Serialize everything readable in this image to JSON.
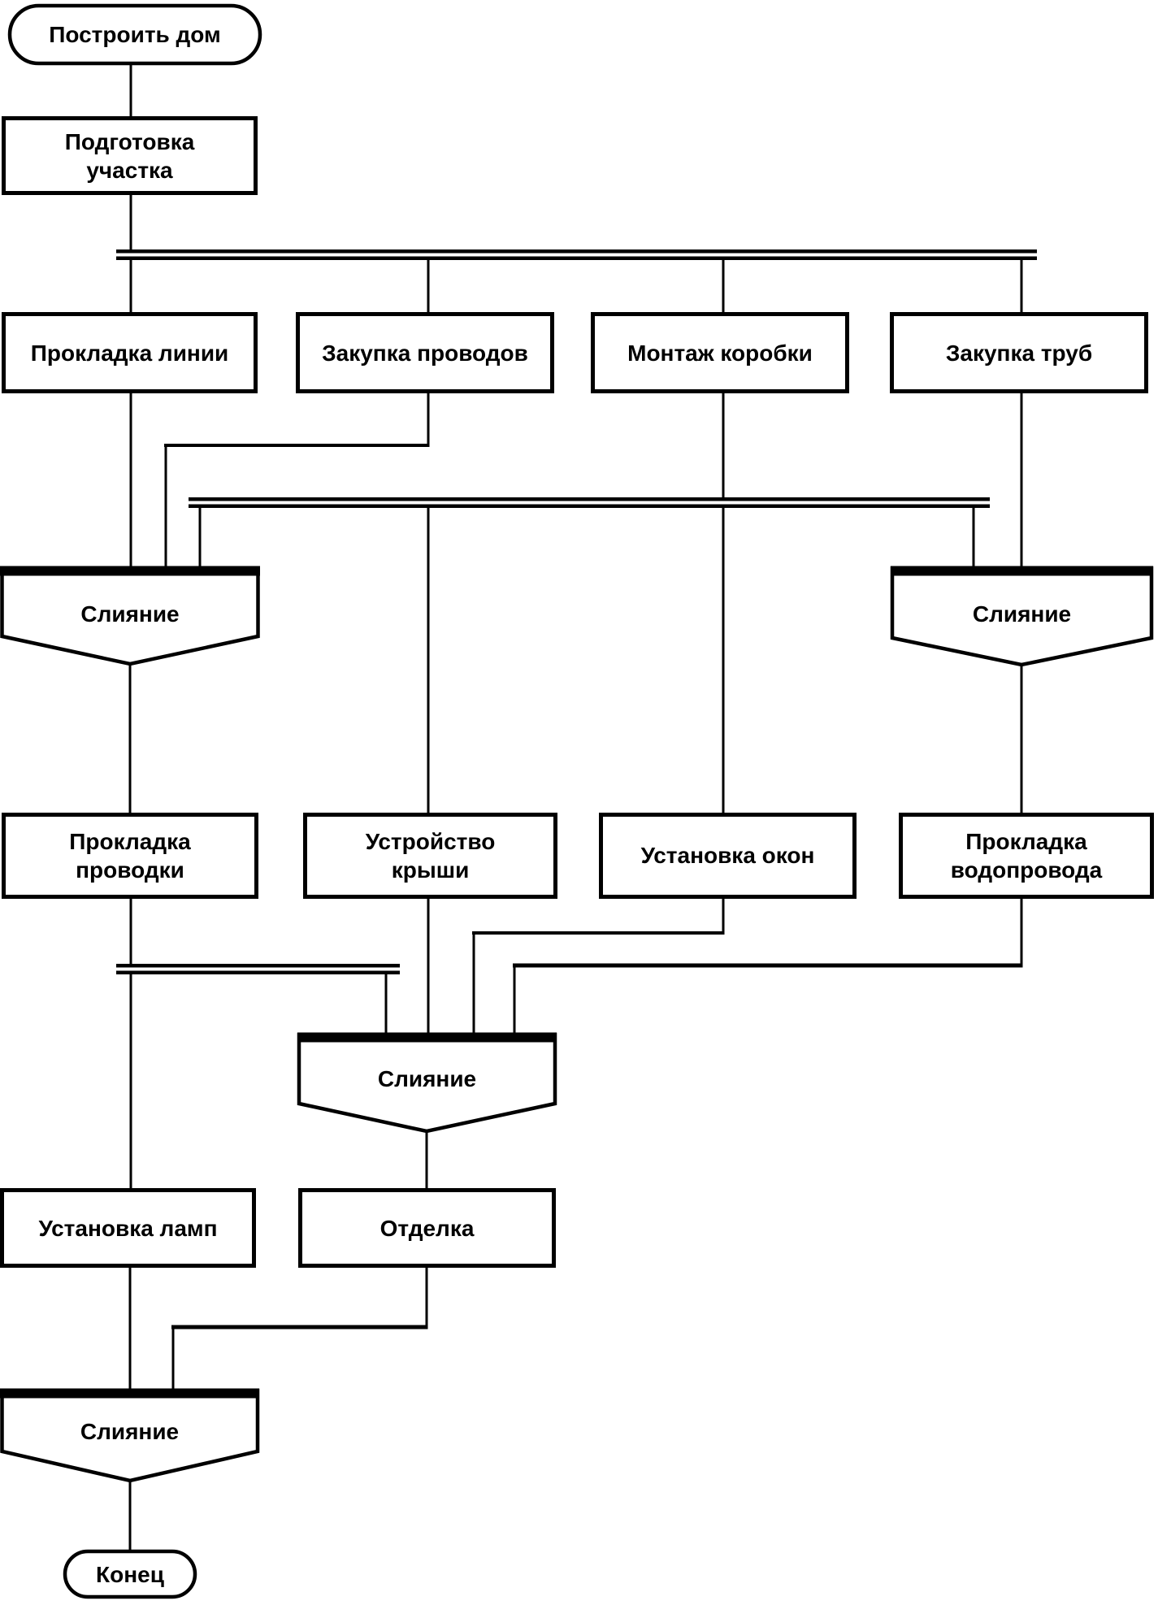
{
  "diagram": {
    "colors": {
      "stroke": "#000000",
      "fill": "#ffffff"
    },
    "nodes": {
      "start": {
        "label": "Построить дом",
        "type": "start"
      },
      "site_prep": {
        "label": "Подготовка\nучастка",
        "type": "activity"
      },
      "line_laying": {
        "label": "Прокладка линии",
        "type": "activity"
      },
      "wire_purchase": {
        "label": "Закупка проводов",
        "type": "activity"
      },
      "box_mounting": {
        "label": "Монтаж коробки",
        "type": "activity"
      },
      "pipe_purchase": {
        "label": "Закупка труб",
        "type": "activity"
      },
      "merge_left": {
        "label": "Слияние",
        "type": "merge"
      },
      "merge_right": {
        "label": "Слияние",
        "type": "merge"
      },
      "wiring": {
        "label": "Прокладка\nпроводки",
        "type": "activity"
      },
      "roof": {
        "label": "Устройство\nкрыши",
        "type": "activity"
      },
      "windows": {
        "label": "Установка окон",
        "type": "activity"
      },
      "plumbing": {
        "label": "Прокладка\nводопровода",
        "type": "activity"
      },
      "merge_center": {
        "label": "Слияние",
        "type": "merge"
      },
      "lamps": {
        "label": "Установка ламп",
        "type": "activity"
      },
      "finishing": {
        "label": "Отделка",
        "type": "activity"
      },
      "merge_final": {
        "label": "Слияние",
        "type": "merge"
      },
      "end": {
        "label": "Конец",
        "type": "end"
      }
    }
  }
}
